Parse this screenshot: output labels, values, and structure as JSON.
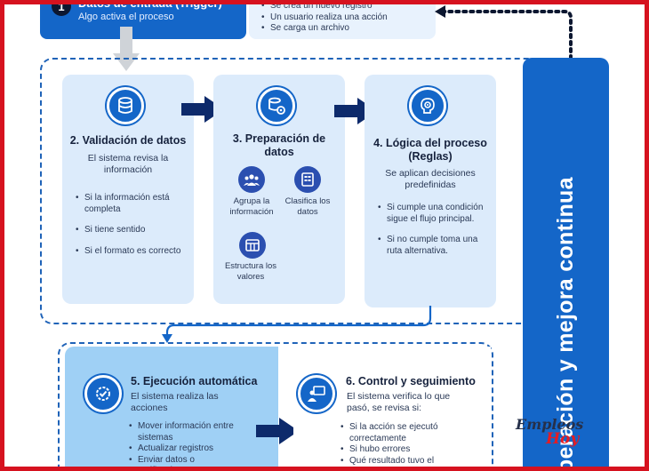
{
  "trigger": {
    "number": "1",
    "title": "Datos de entrada (Trigger)",
    "subtitle": "Algo activa el proceso",
    "examples": [
      "Se crea un nuevo registro",
      "Un usuario realiza una acción",
      "Se carga un archivo"
    ]
  },
  "side_band": {
    "label": "Operación y mejora continua"
  },
  "steps": [
    {
      "title": "2. Validación de datos",
      "desc": "El sistema revisa la información",
      "icon": "database-icon",
      "bullets": [
        "Si la información está completa",
        "Si tiene sentido",
        "Si el formato es correcto"
      ]
    },
    {
      "title": "3. Preparación de datos",
      "icon": "gear-database-icon",
      "sub_items": [
        {
          "label": "Agrupa la información",
          "icon": "group-icon"
        },
        {
          "label": "Clasifica los datos",
          "icon": "classify-icon"
        },
        {
          "label": "Estructura los valores",
          "icon": "structure-icon"
        }
      ]
    },
    {
      "title": "4. Lógica del proceso (Reglas)",
      "desc": "Se aplican decisiones predefinidas",
      "icon": "brain-gear-icon",
      "bullets": [
        "Si cumple una condición sigue el flujo principal.",
        "Si no cumple  toma una ruta alternativa."
      ]
    },
    {
      "title": "5. Ejecución automática",
      "desc": "El sistema realiza las acciones",
      "icon": "gear-check-icon",
      "bullets": [
        "Mover información entre sistemas",
        "Actualizar registros",
        "Enviar datos o notificaciones"
      ]
    },
    {
      "title": "6. Control y seguimiento",
      "desc": "El sistema verifica lo que pasó, se revisa si:",
      "icon": "monitor-person-icon",
      "bullets": [
        "Si la acción se ejecutó correctamente",
        "Si hubo errores",
        "Qué resultado tuvo el proceso"
      ]
    }
  ],
  "logo": {
    "line1": "Empleos",
    "line2": "Hoy"
  },
  "colors": {
    "primary": "#1466c8",
    "card_bg": "#dcebfb",
    "accent_light": "#9fd0f5",
    "frame": "#d6121f",
    "dark": "#16223d"
  }
}
